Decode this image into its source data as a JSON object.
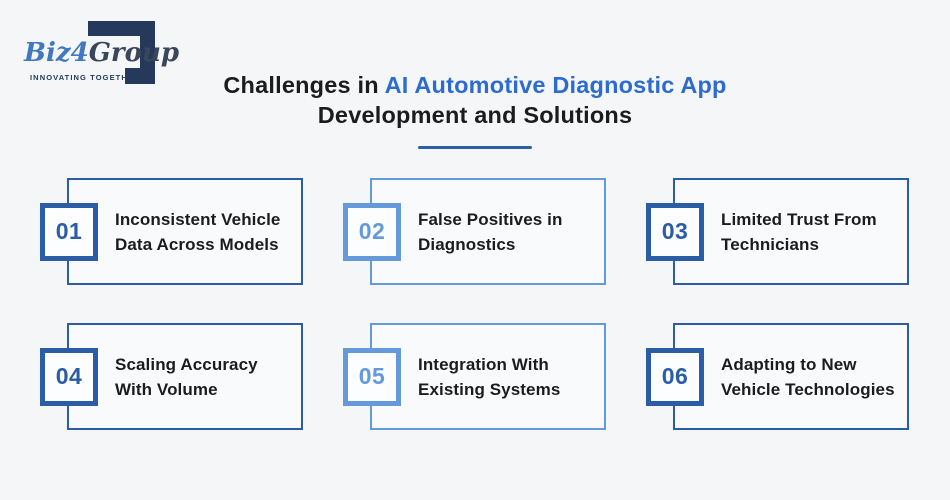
{
  "colors": {
    "page_bg": "#f4f6f8",
    "card_bg": "#f8fafb",
    "badge_bg": "#fbfdfe",
    "dark_blue": "#2b5ca6",
    "light_blue": "#6499da",
    "title_blue": "#2e6bce",
    "underline_blue": "#2d5ea9",
    "text_dark": "#1b1c1e",
    "logo_blue": "#4178c0",
    "logo_dark": "#3a4758",
    "logo_navy": "#24395b"
  },
  "logo": {
    "word_part1": "Biz",
    "word_part2": "4",
    "word_part3": "Group",
    "tagline": "INNOVATING TOGETHER"
  },
  "title": {
    "line1_prefix": "Challenges in ",
    "line1_highlight": "AI Automotive Diagnostic App",
    "line2": "Development and Solutions"
  },
  "cards": [
    {
      "number": "01",
      "title": "Inconsistent Vehicle Data Across Models",
      "title_line1": "Inconsistent Vehicle",
      "title_line2": "Data Across Models",
      "accent": "#2b5ca6"
    },
    {
      "number": "02",
      "title": "False Positives in Diagnostics",
      "title_line1": "False Positives in",
      "title_line2": "Diagnostics",
      "accent": "#6499da"
    },
    {
      "number": "03",
      "title": "Limited Trust From Technicians",
      "title_line1": "Limited Trust From",
      "title_line2": "Technicians",
      "accent": "#2b5ca6"
    },
    {
      "number": "04",
      "title": "Scaling Accuracy With Volume",
      "title_line1": "Scaling Accuracy",
      "title_line2": "With Volume",
      "accent": "#2b5ca6"
    },
    {
      "number": "05",
      "title": "Integration With Existing Systems",
      "title_line1": "Integration With",
      "title_line2": "Existing Systems",
      "accent": "#6499da"
    },
    {
      "number": "06",
      "title": "Adapting to New Vehicle Technologies",
      "title_line1": "Adapting to New",
      "title_line2": "Vehicle Technologies",
      "accent": "#2b5ca6"
    }
  ]
}
